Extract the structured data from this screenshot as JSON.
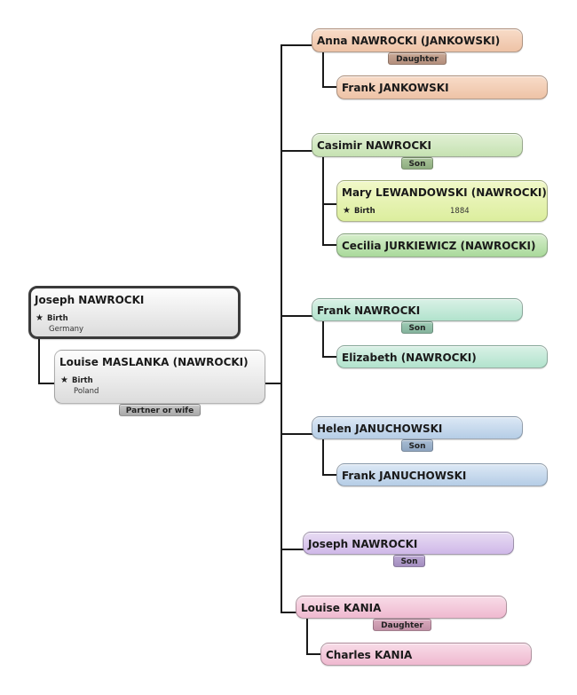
{
  "root": {
    "name": "Joseph NAWROCKI",
    "event_label": "Birth",
    "event_place": "Germany"
  },
  "spouse": {
    "name": "Louise MASLANKA (NAWROCKI)",
    "event_label": "Birth",
    "event_place": "Poland",
    "relation": "Partner or wife"
  },
  "children": [
    {
      "name": "Anna NAWROCKI (JANKOWSKI)",
      "relation": "Daughter",
      "descendants": [
        {
          "name": "Frank JANKOWSKI"
        }
      ]
    },
    {
      "name": "Casimir NAWROCKI",
      "relation": "Son",
      "descendants": [
        {
          "name": "Mary LEWANDOWSKI (NAWROCKI)",
          "event_label": "Birth",
          "event_year": "1884"
        },
        {
          "name": "Cecilia JURKIEWICZ (NAWROCKI)"
        }
      ]
    },
    {
      "name": "Frank NAWROCKI",
      "relation": "Son",
      "descendants": [
        {
          "name": "Elizabeth (NAWROCKI)"
        }
      ]
    },
    {
      "name": "Helen JANUCHOWSKI",
      "relation": "Son",
      "descendants": [
        {
          "name": "Frank JANUCHOWSKI"
        }
      ]
    },
    {
      "name": "Joseph NAWROCKI",
      "relation": "Son",
      "descendants": []
    },
    {
      "name": "Louise KANIA",
      "relation": "Daughter",
      "descendants": [
        {
          "name": "Charles KANIA"
        }
      ]
    }
  ],
  "icons": {
    "event": "star-icon"
  },
  "colors": {
    "connector": "#1a1a1a",
    "orange": "#f3cdb3",
    "green": "#d3e9c3",
    "lime": "#e6f3b3",
    "green2": "#b7e0a6",
    "teal": "#c5eada",
    "blue": "#c6d9ed",
    "purple": "#dccbee",
    "pink": "#f3c9da",
    "gray": "#ececec"
  }
}
